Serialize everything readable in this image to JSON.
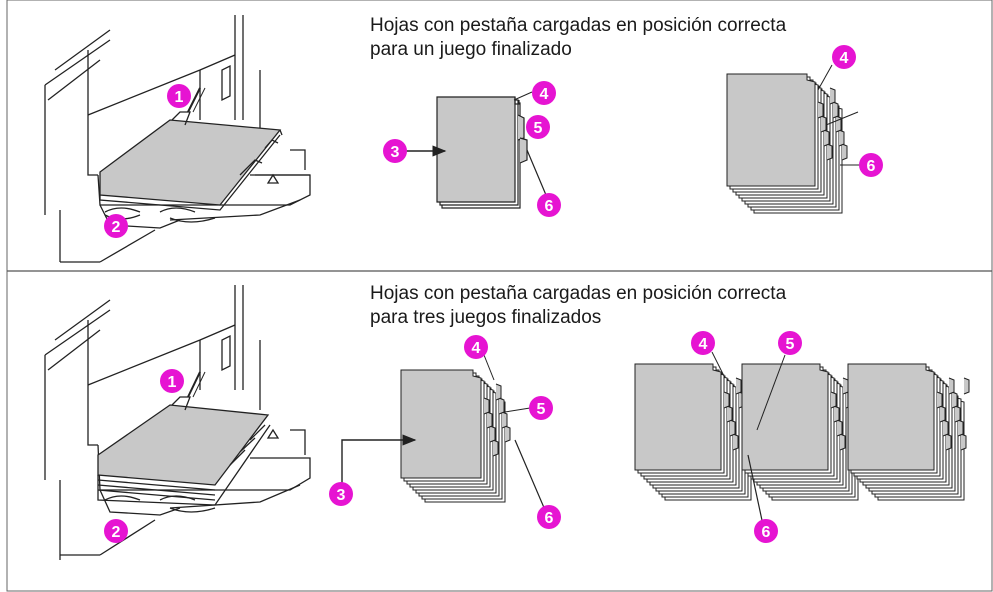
{
  "panels": [
    {
      "caption_line1": "Hojas con pestaña cargadas en posición correcta",
      "caption_line2": "para un juego finalizado"
    },
    {
      "caption_line1": "Hojas con pestaña cargadas en posición correcta",
      "caption_line2": "para tres juegos finalizados"
    }
  ],
  "callouts": [
    "1",
    "2",
    "3",
    "4",
    "5",
    "6"
  ],
  "colors": {
    "callout": "#e614d2",
    "paper": "#c8c8c8",
    "line": "#222222",
    "frame": "#555555"
  }
}
